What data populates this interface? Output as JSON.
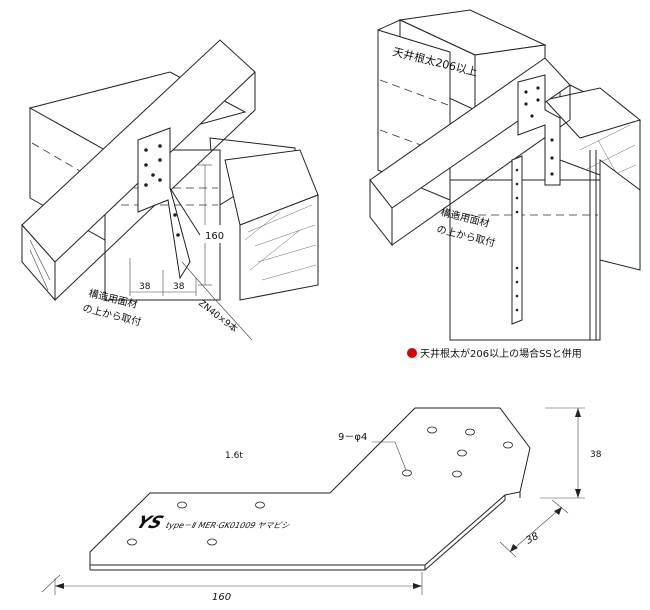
{
  "left_figure": {
    "dim_height": "160",
    "dim_width_a": "38",
    "dim_width_b": "38",
    "note_line1": "構造用面材",
    "note_line2": "の上から取付",
    "nail_label": "ZN40×9本"
  },
  "right_figure": {
    "joist_label": "天井根太206以上",
    "note_line1": "構造用面材",
    "note_line2": "の上から取付",
    "legend_text": "天井根太が206以上の場合SSと併用",
    "legend_marker_color": "#e00000"
  },
  "bottom_figure": {
    "thickness": "1.6t",
    "holes_label": "9－φ4",
    "dim_height": "38",
    "dim_depth": "38",
    "dim_length": "160",
    "stamp_brand": "YS",
    "stamp_text": "type－Ⅱ MER·GK01009 ヤマビシ"
  }
}
